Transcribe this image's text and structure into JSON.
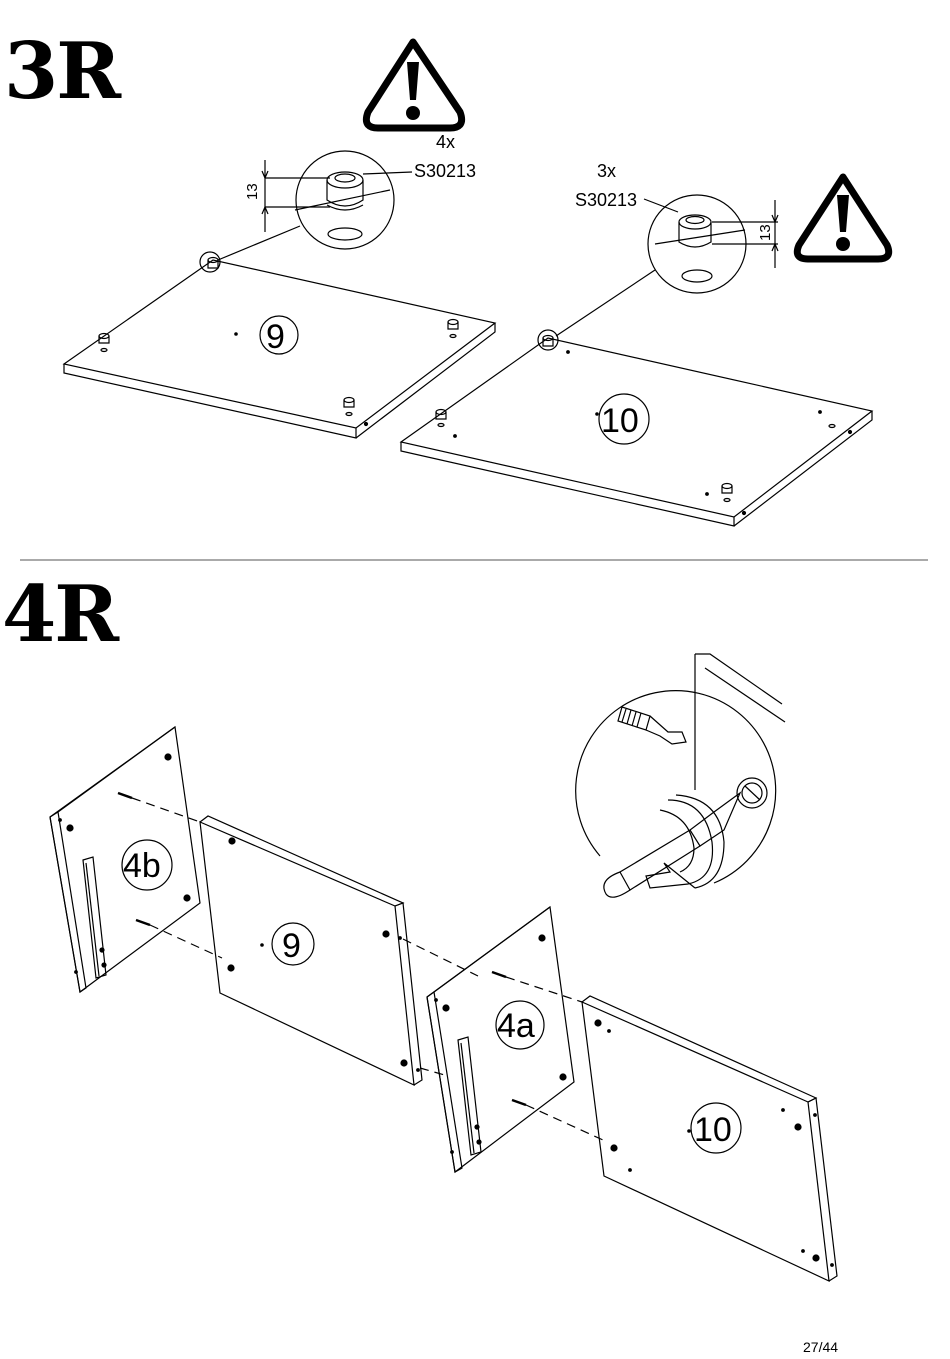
{
  "steps": {
    "step3": {
      "title": "3R",
      "left_callout": {
        "qty": "4x",
        "code": "S30213",
        "dim": "13"
      },
      "right_callout": {
        "qty": "3x",
        "code": "S30213",
        "dim": "13"
      },
      "panel_left_label": "9",
      "panel_right_label": "10"
    },
    "step4": {
      "title": "4R",
      "labels": {
        "side_b": "4b",
        "panel_9": "9",
        "side_a": "4a",
        "panel_10": "10"
      }
    }
  },
  "footer": {
    "page_number": "27/44"
  },
  "icons": [
    "warning-icon",
    "cam-lock-fitting-icon",
    "screwdriver-icon",
    "rotate-arrow-icon"
  ]
}
